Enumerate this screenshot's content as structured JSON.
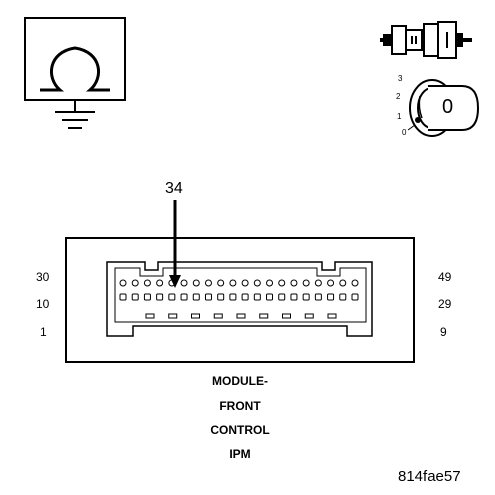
{
  "diagram": {
    "callout_pin": "34",
    "pin_labels_left": [
      "30",
      "10",
      "1"
    ],
    "pin_labels_right": [
      "49",
      "29",
      "9"
    ],
    "caption_lines": [
      "MODULE-",
      "FRONT",
      "CONTROL",
      "IPM"
    ],
    "figure_code": "814fae57",
    "key_position_digit": "0",
    "key_position_marks": [
      "3",
      "2",
      "1",
      "0"
    ]
  },
  "icons": [
    "ohmmeter-ground-icon",
    "connector-plug-icon",
    "ignition-switch-icon"
  ]
}
